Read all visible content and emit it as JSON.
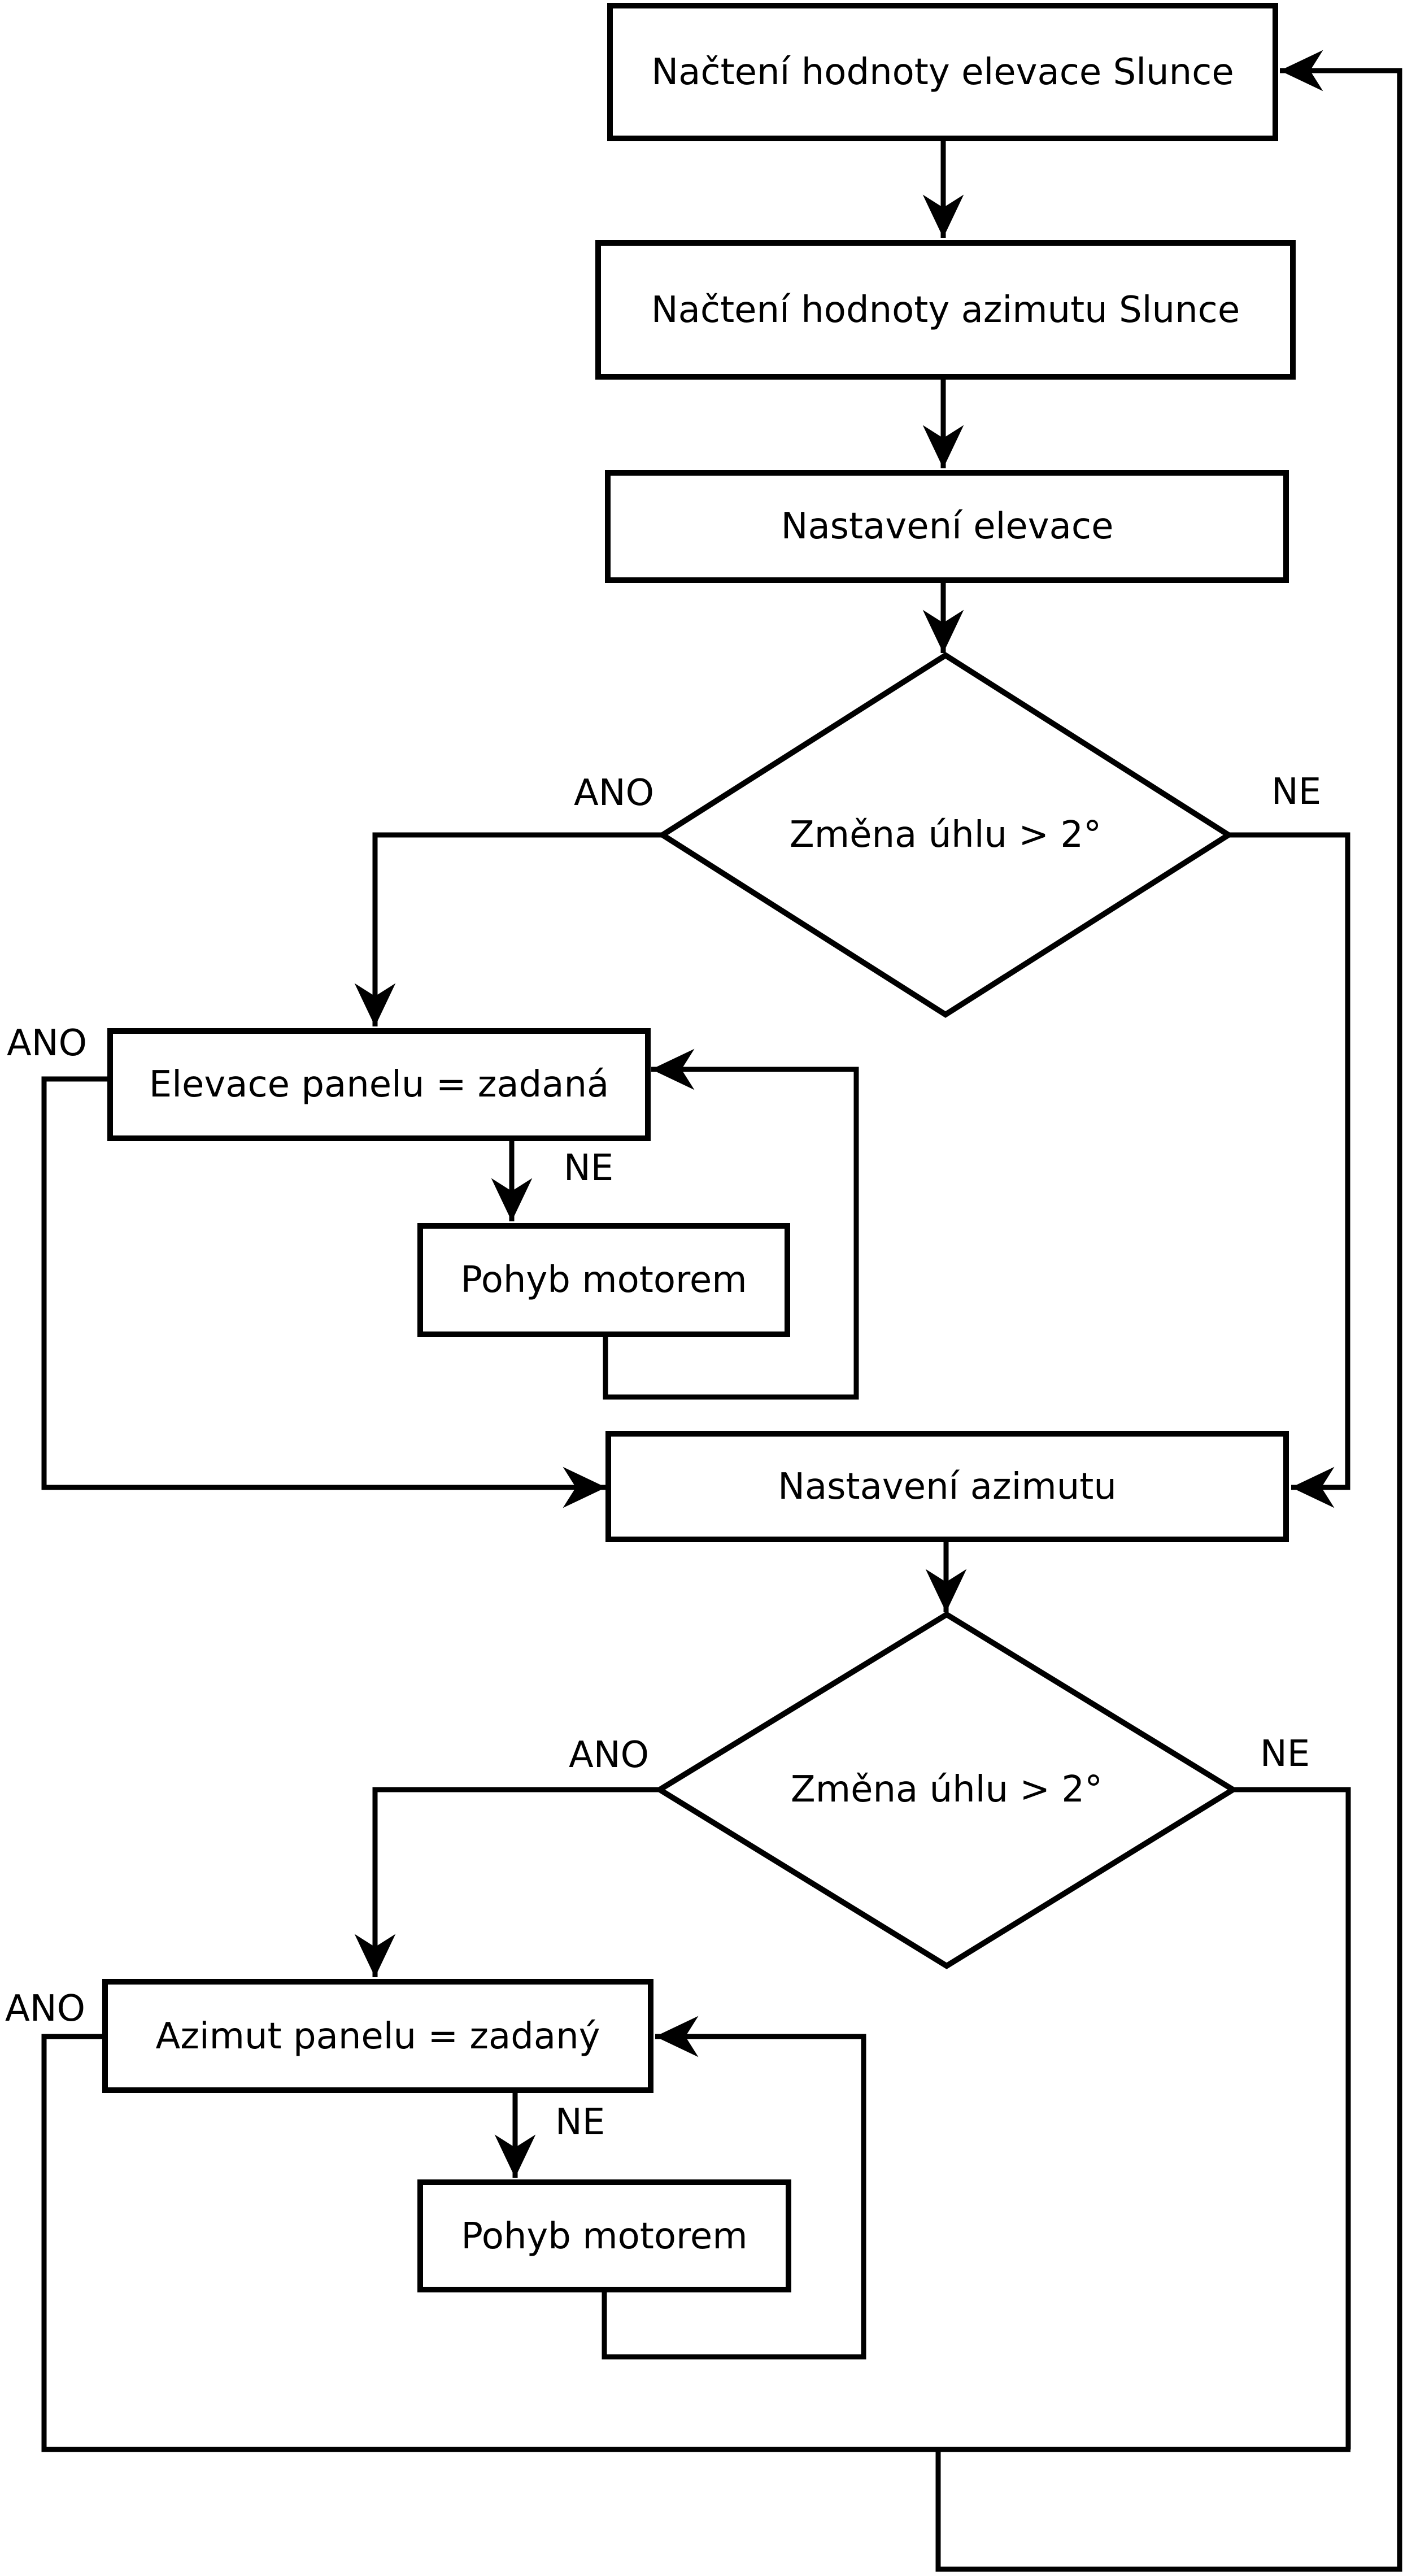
{
  "diagram": {
    "background": "#ffffff",
    "stroke_color": "#000000",
    "nodes": {
      "load_elevation": {
        "type": "process",
        "label": "Načtení hodnoty elevace Slunce"
      },
      "load_azimuth": {
        "type": "process",
        "label": "Načtení hodnoty azimutu Slunce"
      },
      "set_elevation": {
        "type": "process",
        "label": "Nastavení elevace"
      },
      "elevation_change_decision": {
        "type": "decision",
        "label": "Změna úhlu > 2°",
        "yes": "ANO",
        "no": "NE"
      },
      "elevation_equal_check": {
        "type": "condition-box",
        "label": "Elevace panelu = zadaná",
        "yes": "ANO",
        "no": "NE"
      },
      "elevation_motor": {
        "type": "process",
        "label": "Pohyb motorem"
      },
      "set_azimuth": {
        "type": "process",
        "label": "Nastavení azimutu"
      },
      "azimuth_change_decision": {
        "type": "decision",
        "label": "Změna úhlu > 2°",
        "yes": "ANO",
        "no": "NE"
      },
      "azimuth_equal_check": {
        "type": "condition-box",
        "label": "Azimut panelu = zadaný",
        "yes": "ANO",
        "no": "NE"
      },
      "azimuth_motor": {
        "type": "process",
        "label": "Pohyb motorem"
      }
    }
  }
}
